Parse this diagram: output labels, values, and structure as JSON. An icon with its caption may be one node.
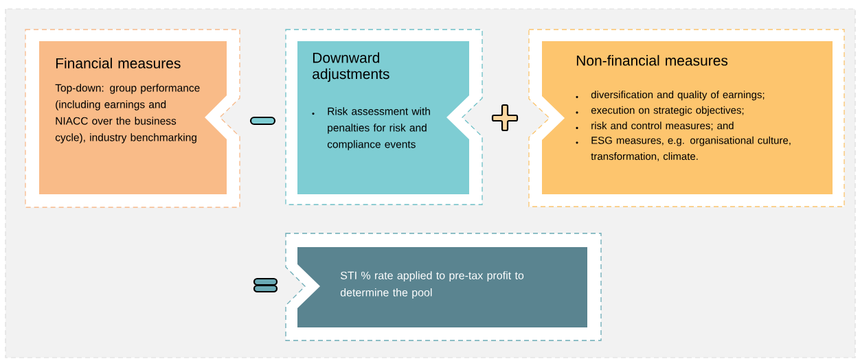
{
  "diagram": {
    "nodes": [
      {
        "text": [
          "Financial measures",
          "Top-down: group performance (including earnings and NIACC over the business cycle), industry benchmarking"
        ]
      },
      {
        "text": [
          "Downward adjustments",
          "Risk assessment with penalties for risk and compliance events"
        ]
      },
      {
        "text": [
          "Non-financial measures",
          "diversification and quality of earnings;",
          "execution on strategic objectives;",
          "risk and control measures; and",
          "ESG measures, e.g. organisational culture, transformation, climate."
        ]
      },
      {
        "text": [
          "STI % rate applied to pre-tax profit to determine the pool"
        ]
      }
    ]
  }
}
